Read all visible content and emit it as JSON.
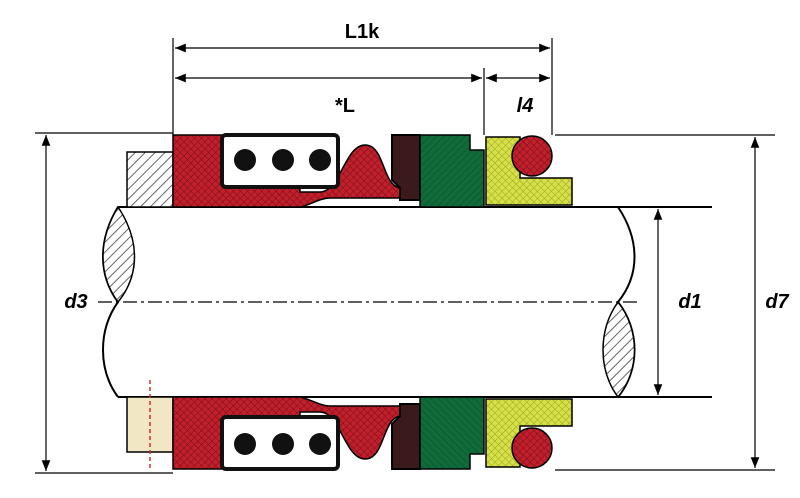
{
  "diagram": {
    "labels": {
      "L1k": "L1k",
      "L": "*L",
      "l4": "l4",
      "d3": "d3",
      "d1": "d1",
      "d7": "d7"
    },
    "colors": {
      "bellows_red": "#c0202c",
      "seat_green": "#0f6b3a",
      "seal_yellow": "#d6e048",
      "ring_red": "#c8202f",
      "dark": "#111111",
      "shaft_hatch": "#555555",
      "collar": "#f2e7c4"
    }
  }
}
